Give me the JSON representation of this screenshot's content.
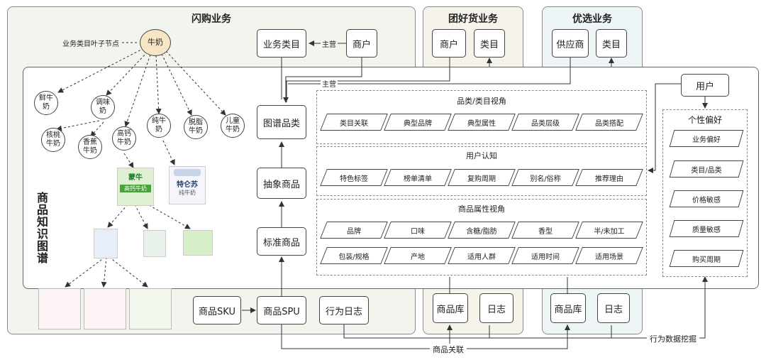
{
  "regions": {
    "flash": "闪购业务",
    "tuan": "团好货业务",
    "youxuan": "优选业务"
  },
  "flash": {
    "leaf_label": "业务类目叶子节点",
    "leaf_node": "牛奶",
    "cat_box": "业务类目",
    "merchant": "商户",
    "zhuying": "主营"
  },
  "tuan": {
    "merchant": "商户",
    "category": "类目",
    "goods_lib": "商品库",
    "log": "日志"
  },
  "youxuan": {
    "supplier": "供应商",
    "category": "类目",
    "goods_lib": "商品库",
    "log": "日志"
  },
  "main": {
    "title": "商品知识图谱",
    "zhuying2": "主营",
    "graph_cat": "图谱品类",
    "abstract": "抽象商品",
    "standard": "标准商品",
    "sku": "商品SKU",
    "spu": "商品SPU",
    "behavior_log": "行为日志"
  },
  "tree": {
    "n1": "鲜牛\n奶",
    "n2": "调味\n奶",
    "n3": "纯牛\n奶",
    "n4": "脱脂\n牛奶",
    "n5": "儿童\n牛奶",
    "n6": "核桃\n牛奶",
    "n7": "香蕉\n牛奶",
    "n8": "高钙\n牛奶"
  },
  "brands": {
    "mengniu": "蒙牛",
    "mengniu_sub": "高钙牛奶",
    "telunsu": "特仑苏",
    "telunsu_sub": "纯牛奶"
  },
  "views": {
    "cat_title": "品类/类目视角",
    "cat_items": [
      "类目关联",
      "典型品牌",
      "典型属性",
      "品类层级",
      "品类搭配"
    ],
    "user_title": "用户认知",
    "user_items": [
      "特色标签",
      "榜单清单",
      "复购周期",
      "别名/俗称",
      "推荐理由"
    ],
    "attr_title": "商品属性视角",
    "attr_row1": [
      "品牌",
      "口味",
      "含糖/脂肪",
      "香型",
      "半/未加工"
    ],
    "attr_row2": [
      "包装/规格",
      "产地",
      "适用人群",
      "适用时间",
      "适用场景"
    ]
  },
  "user": {
    "box": "用户",
    "pref_title": "个性偏好",
    "prefs": [
      "业务偏好",
      "类目/品类",
      "价格敏感",
      "质量敏感",
      "购买周期"
    ]
  },
  "bottom": {
    "goods_assoc": "商品关联",
    "mining": "行为数据挖掘"
  },
  "colors": {
    "flash_bg": "#f1f5ee",
    "tuan_bg": "#f6f4ea",
    "youxuan_bg": "#eef5f6",
    "leaf_fill": "#f7e6c6"
  }
}
